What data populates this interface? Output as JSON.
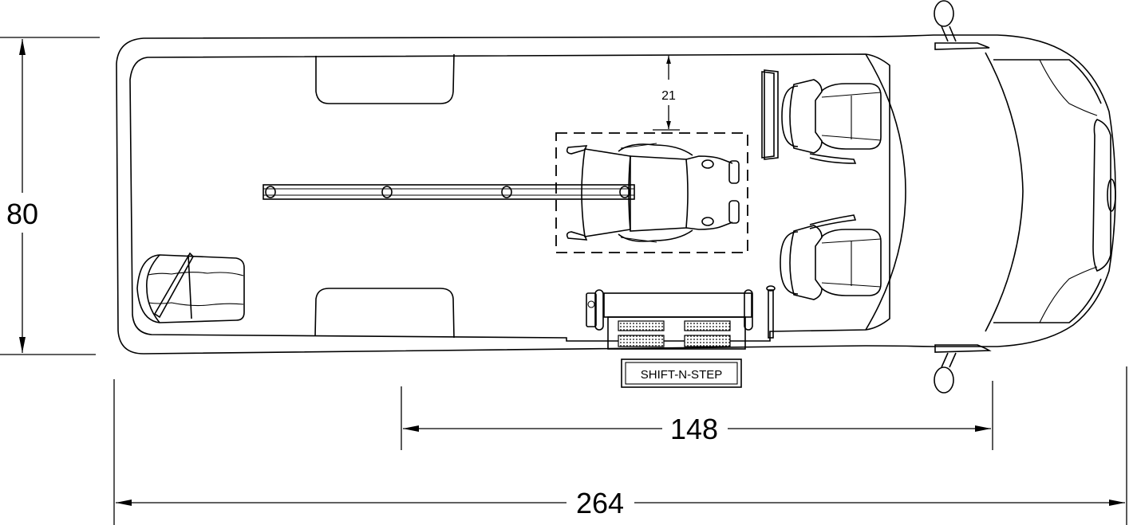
{
  "diagram": {
    "title": "Wheelchair accessible van floor plan (top view)",
    "units": "inches",
    "dimensions": {
      "overall_width": "80",
      "overall_length": "264",
      "wheelbase_span": "148",
      "wheelchair_clearance": "21"
    },
    "labels": {
      "step_label": "SHIFT-N-STEP"
    },
    "components": [
      "van-body",
      "rear-bench-seat",
      "rear-wheel-well-top",
      "rear-wheel-well-bottom",
      "floor-track-rail",
      "wheelchair-tiedown-area",
      "wheelchair",
      "driver-seat",
      "passenger-seat",
      "wheelchair-lift",
      "shift-n-step",
      "grab-handle",
      "side-mirrors",
      "dashboard",
      "hood"
    ],
    "colors": {
      "line": "#000000",
      "background": "#ffffff"
    }
  }
}
